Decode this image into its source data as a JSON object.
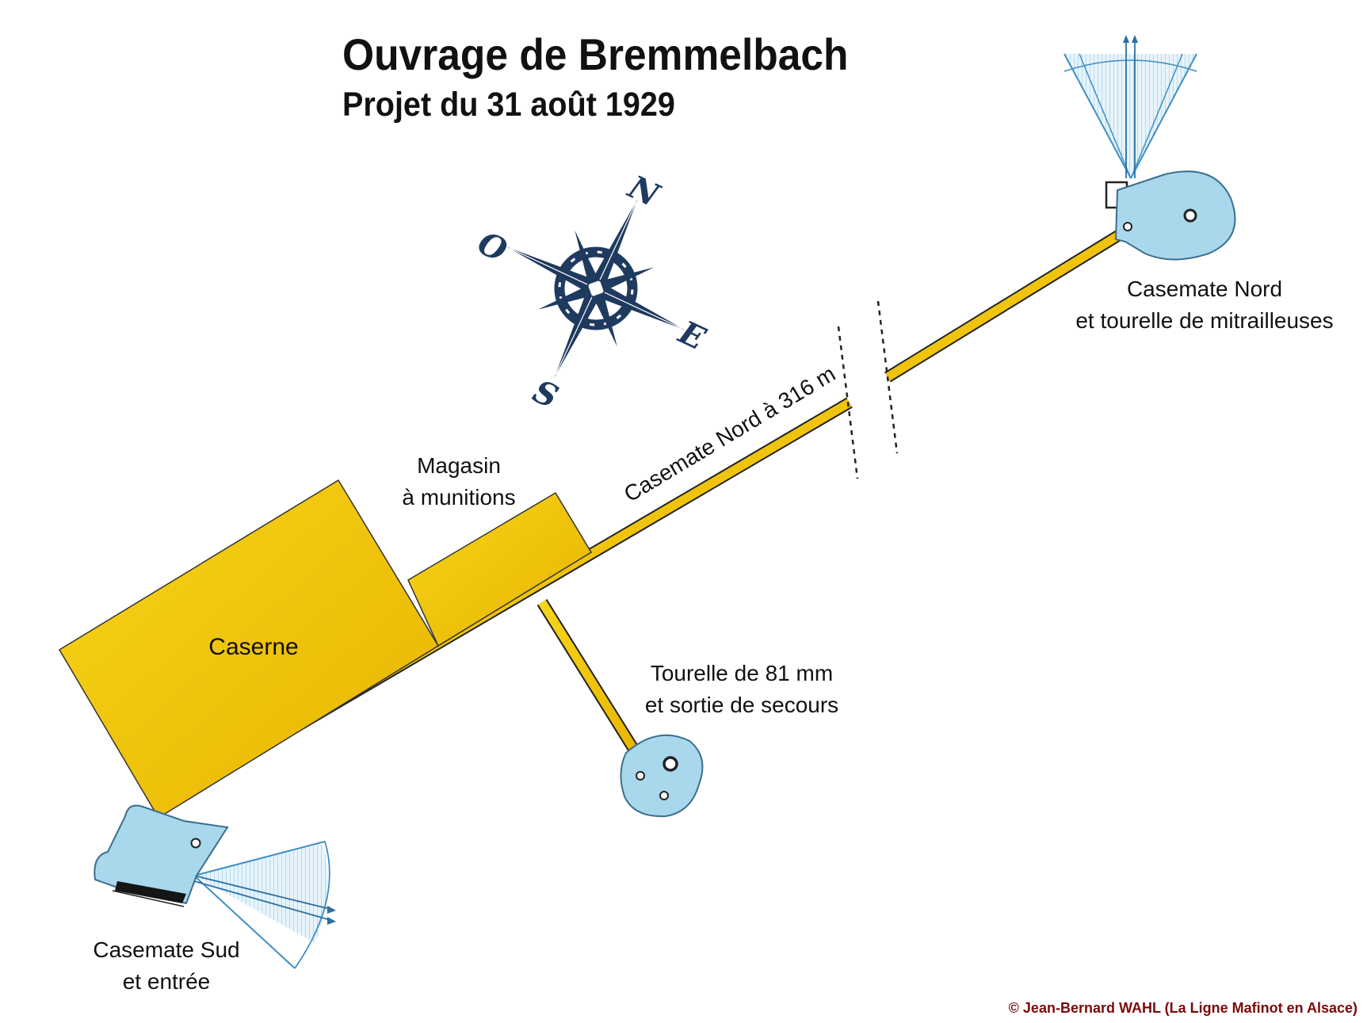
{
  "title": "Ouvrage de Bremmelbach",
  "subtitle": "Projet du 31 août 1929",
  "compass": {
    "north": "N",
    "south": "S",
    "east": "E",
    "west": "O"
  },
  "labels": {
    "magasin_line1": "Magasin",
    "magasin_line2": "à munitions",
    "caserne": "Caserne",
    "gallery": "Casemate Nord à 316 m",
    "tourelle_line1": "Tourelle de 81 mm",
    "tourelle_line2": "et sortie de secours",
    "casemate_nord_line1": "Casemate Nord",
    "casemate_nord_line2": "et tourelle de mitrailleuses",
    "casemate_sud_line1": "Casemate Sud",
    "casemate_sud_line2": "et entrée"
  },
  "copyright": "© Jean-Bernard WAHL (La Ligne Mafinot en Alsace)",
  "colors": {
    "gallery_yellow": "#f5c400",
    "block_blue": "#a9d7ec",
    "compass_navy": "#1f3a5f",
    "fire_sector_blue": "#3d8fc4"
  }
}
